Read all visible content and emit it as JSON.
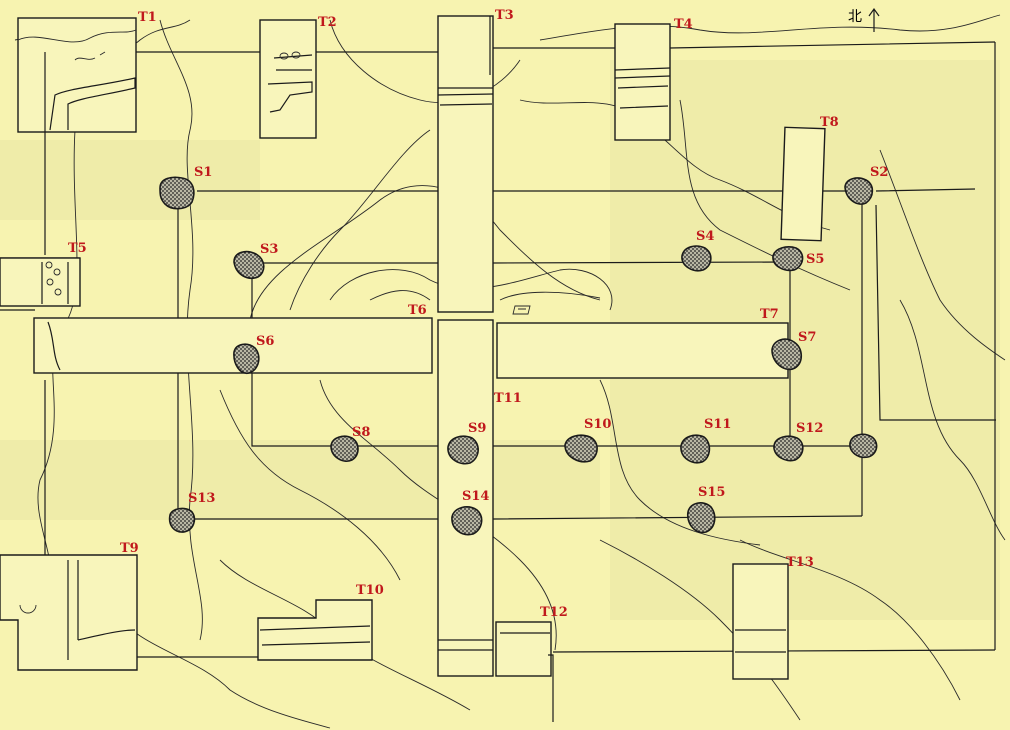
{
  "diagram": {
    "north_label": "北",
    "trenches": [
      {
        "id": "t1",
        "label": "T1"
      },
      {
        "id": "t2",
        "label": "T2"
      },
      {
        "id": "t3",
        "label": "T3"
      },
      {
        "id": "t4",
        "label": "T4"
      },
      {
        "id": "t5",
        "label": "T5"
      },
      {
        "id": "t6",
        "label": "T6"
      },
      {
        "id": "t7",
        "label": "T7"
      },
      {
        "id": "t8",
        "label": "T8"
      },
      {
        "id": "t9",
        "label": "T9"
      },
      {
        "id": "t10",
        "label": "T10"
      },
      {
        "id": "t11",
        "label": "T11"
      },
      {
        "id": "t12",
        "label": "T12"
      },
      {
        "id": "t13",
        "label": "T13"
      }
    ],
    "stones": [
      {
        "id": "s1",
        "label": "S1"
      },
      {
        "id": "s2",
        "label": "S2"
      },
      {
        "id": "s3",
        "label": "S3"
      },
      {
        "id": "s4",
        "label": "S4"
      },
      {
        "id": "s5",
        "label": "S5"
      },
      {
        "id": "s6",
        "label": "S6"
      },
      {
        "id": "s7",
        "label": "S7"
      },
      {
        "id": "s8",
        "label": "S8"
      },
      {
        "id": "s9",
        "label": "S9"
      },
      {
        "id": "s10",
        "label": "S10"
      },
      {
        "id": "s11",
        "label": "S11"
      },
      {
        "id": "s12",
        "label": "S12"
      },
      {
        "id": "s13",
        "label": "S13"
      },
      {
        "id": "s14",
        "label": "S14"
      },
      {
        "id": "s15",
        "label": "S15"
      },
      {
        "id": "s16",
        "label": ""
      }
    ]
  }
}
